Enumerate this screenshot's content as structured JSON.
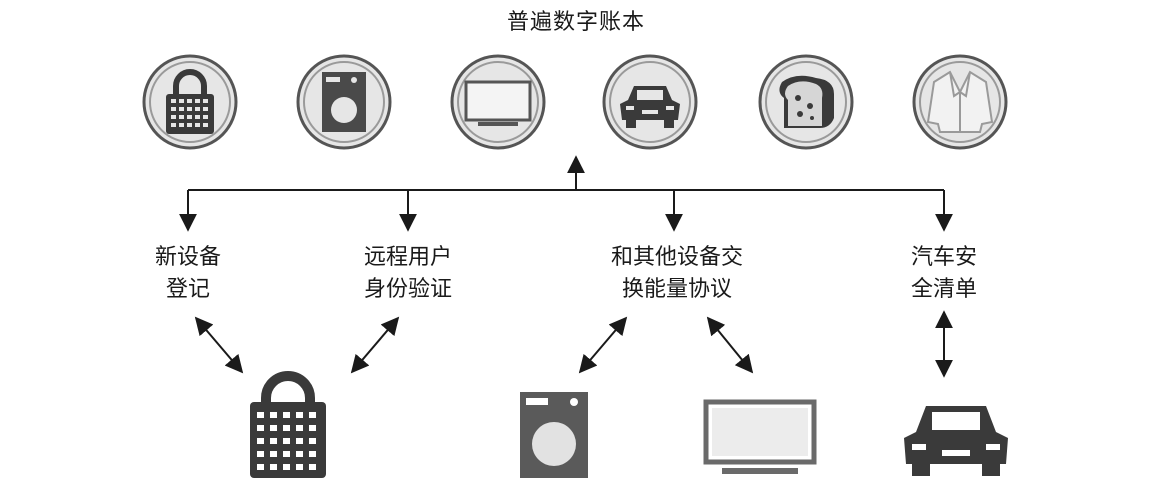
{
  "title": "普遍数字账本",
  "top_icons": [
    {
      "icon": "lock-icon"
    },
    {
      "icon": "washing-machine-icon"
    },
    {
      "icon": "television-icon"
    },
    {
      "icon": "car-icon"
    },
    {
      "icon": "bread-icon"
    },
    {
      "icon": "coat-icon"
    }
  ],
  "functions": [
    {
      "line1": "新设备",
      "line2": "登记"
    },
    {
      "line1": "远程用户",
      "line2": "身份验证"
    },
    {
      "line1": "和其他设备交",
      "line2": "换能量协议"
    },
    {
      "line1": "汽车安",
      "line2": "全清单"
    }
  ],
  "bottom_icons": [
    {
      "icon": "lock-icon"
    },
    {
      "icon": "washing-machine-icon"
    },
    {
      "icon": "television-icon"
    },
    {
      "icon": "car-icon"
    }
  ],
  "colors": {
    "icon_dark": "#3a3a3a",
    "icon_light": "#d8d8d8",
    "circle_fill": "#e6e6e6",
    "arrow": "#1a1a1a"
  }
}
